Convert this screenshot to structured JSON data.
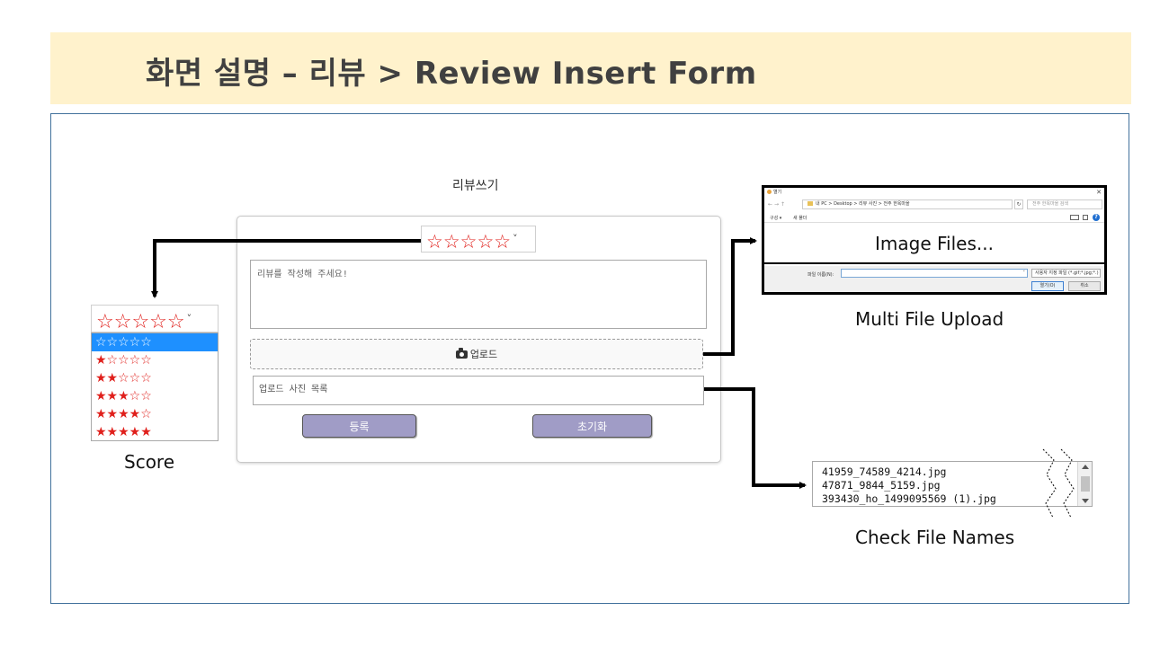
{
  "slide": {
    "title": "화면 설명 – 리뷰  >  Review Insert Form"
  },
  "form": {
    "heading": "리뷰쓰기",
    "rating_selected": "☆☆☆☆☆",
    "review_placeholder": "리뷰를 작성해 주세요!",
    "upload_label": "업로드",
    "file_list_placeholder": "업로드 사진 목록",
    "submit_label": "등록",
    "reset_label": "초기화"
  },
  "score_dropdown": {
    "selected": "☆☆☆☆☆",
    "options": [
      "☆☆☆☆☆",
      "★☆☆☆☆",
      "★★☆☆☆",
      "★★★☆☆",
      "★★★★☆",
      "★★★★★"
    ]
  },
  "captions": {
    "score": "Score",
    "multi_upload": "Multi File Upload",
    "check_names": "Check File Names"
  },
  "file_dialog": {
    "title": "열기",
    "path": "내 PC  >  Desktop  >  리뷰 사진  >  전주 한옥마을",
    "search_placeholder": "전주 한옥마을 검색",
    "organize": "구성 ▾",
    "new_folder": "새 폴더",
    "body_text": "Image Files...",
    "filename_label": "파일 이름(N):",
    "filter": "사용자 지정 파일 (*.gif;*.jpg;*.)",
    "open_label": "열기(O)",
    "cancel_label": "취소"
  },
  "file_names": [
    "41959_74589_4214.jpg",
    "47871_9844_5159.jpg",
    "393430_ho_1499095569 (1).jpg"
  ],
  "colors": {
    "title_bg": "#fff2cc",
    "frame_border": "#41719c",
    "star_red": "#e0201c",
    "button_purple": "#a09cc6",
    "selected_blue": "#1e90ff"
  },
  "icons": {
    "upload": "camera-icon",
    "dialog_help": "help-icon"
  }
}
